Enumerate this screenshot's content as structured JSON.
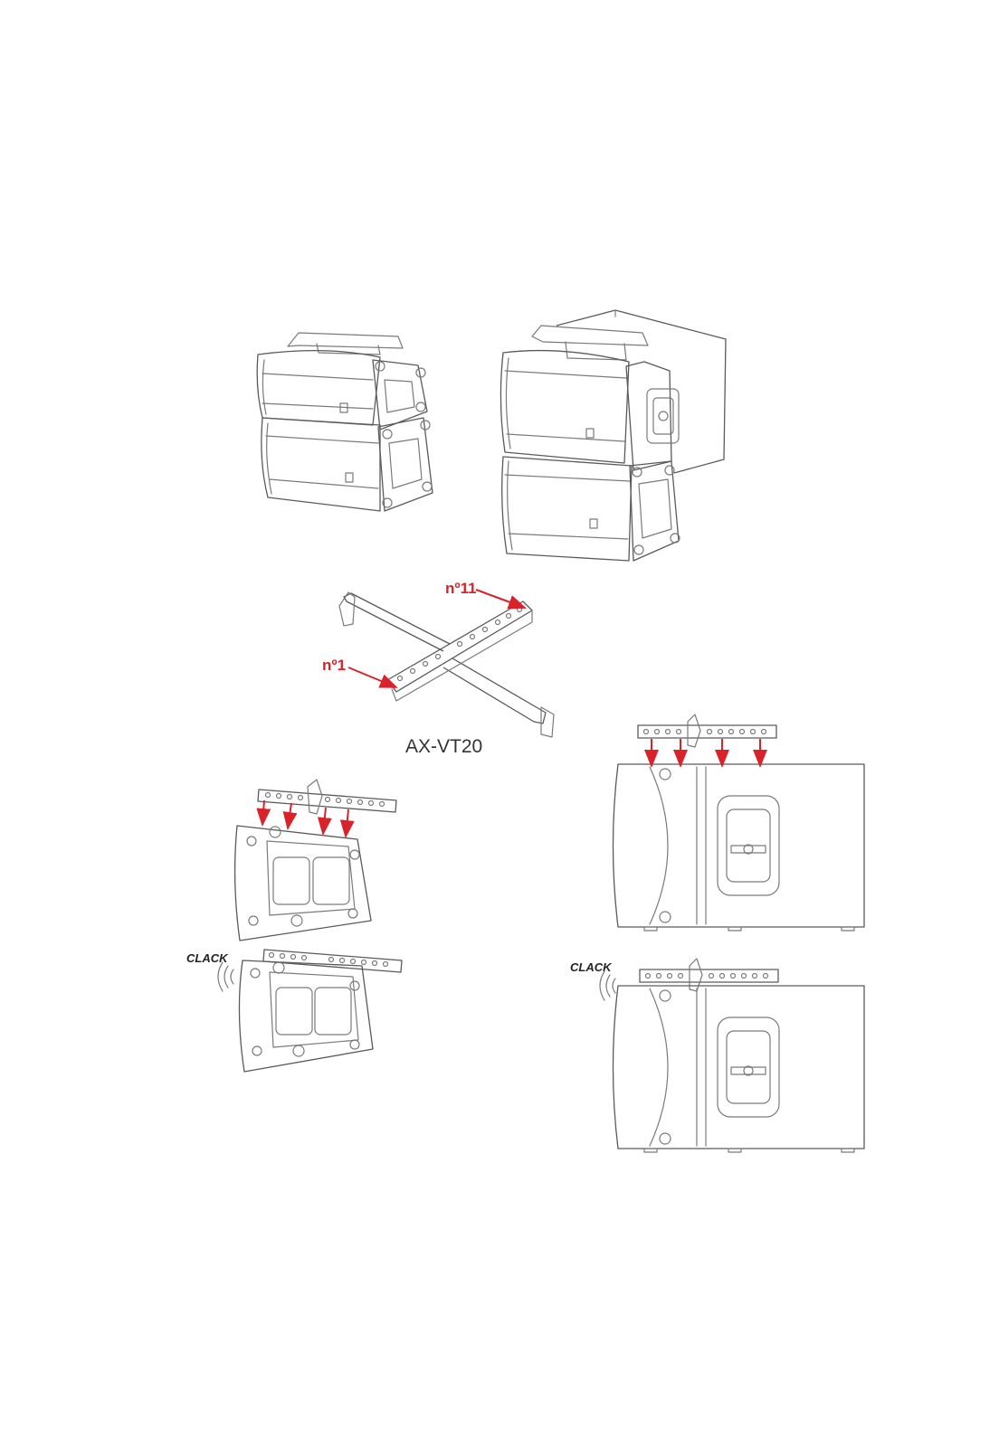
{
  "labels": {
    "callout_hole_first": "nº1",
    "callout_hole_last": "nº11",
    "model_name": "AX-VT20",
    "sound_left": "CLACK",
    "sound_right": "CLACK"
  },
  "colors": {
    "accent_red": "#d8232a",
    "line_gray": "#7a7a7a"
  },
  "icons": {
    "sound_waves": "sound-waves-icon",
    "arrow": "arrow-down-icon"
  }
}
